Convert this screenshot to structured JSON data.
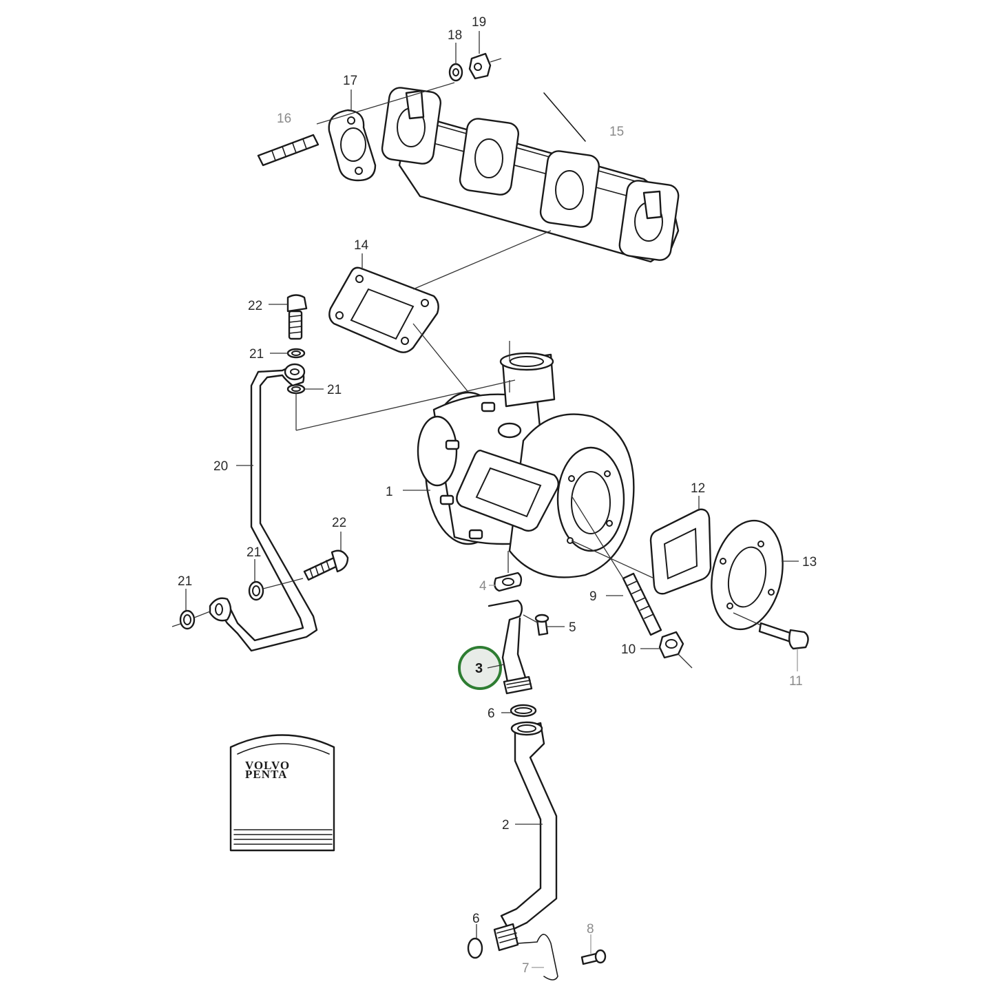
{
  "diagram": {
    "type": "exploded parts diagram",
    "highlight_color": "#2e7d32",
    "highlighted_callout": "3",
    "logo_lines": [
      "VOLVO",
      "PENTA"
    ],
    "callouts": {
      "c1": "1",
      "c2": "2",
      "c3": "3",
      "c4": "4",
      "c5": "5",
      "c6a": "6",
      "c6b": "6",
      "c7": "7",
      "c8": "8",
      "c9": "9",
      "c10": "10",
      "c11": "11",
      "c12": "12",
      "c13": "13",
      "c14": "14",
      "c15": "15",
      "c16": "16",
      "c17": "17",
      "c18": "18",
      "c19": "19",
      "c20": "20",
      "c21a": "21",
      "c21b": "21",
      "c21c": "21",
      "c21d": "21",
      "c22a": "22",
      "c22b": "22"
    }
  }
}
